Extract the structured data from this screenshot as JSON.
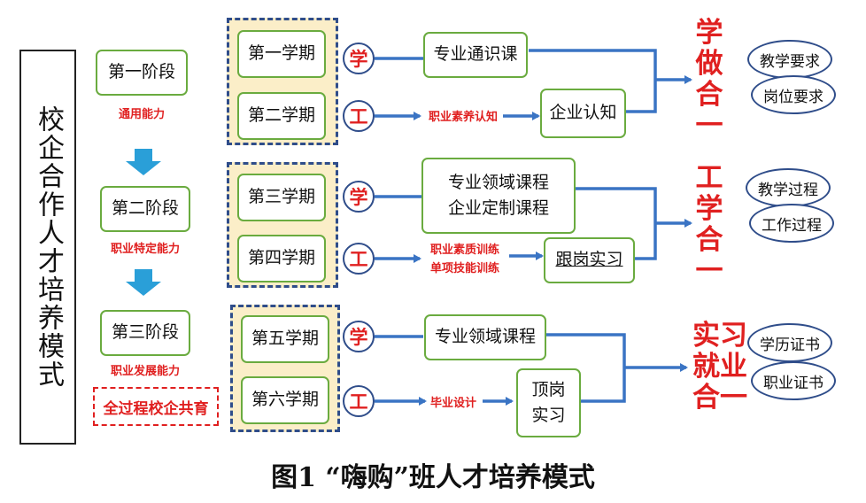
{
  "title_vertical": "校企合作人才培养模式",
  "stages": [
    {
      "label": "第一阶段",
      "ability": "通用能力"
    },
    {
      "label": "第二阶段",
      "ability": "职业特定能力"
    },
    {
      "label": "第三阶段",
      "ability": "职业发展能力"
    }
  ],
  "whole_process_label": "全过程校企共育",
  "semesters": [
    "第一学期",
    "第二学期",
    "第三学期",
    "第四学期",
    "第五学期",
    "第六学期"
  ],
  "circle_labels": {
    "study": "学",
    "work": "工"
  },
  "courses": {
    "row1": "专业通识课",
    "row2": "企业认知",
    "row3_line1": "专业领域课程",
    "row3_line2": "企业定制课程",
    "row4": "跟岗实习",
    "row5": "专业领域课程",
    "row6_line1": "顶岗",
    "row6_line2": "实习"
  },
  "arrow_labels": {
    "row2": "职业素养认知",
    "row4_line1": "职业素质训练",
    "row4_line2": "单项技能训练",
    "row6": "毕业设计"
  },
  "outcomes": [
    {
      "chars": [
        "学",
        "做",
        "合",
        "一"
      ],
      "ellipses": [
        "教学要求",
        "岗位要求"
      ]
    },
    {
      "chars": [
        "工",
        "学",
        "合",
        "一"
      ],
      "ellipses": [
        "教学过程",
        "工作过程"
      ]
    },
    {
      "chars": [
        "实习",
        "就业",
        "合一"
      ],
      "ellipses": [
        "学历证书",
        "职业证书"
      ]
    }
  ],
  "caption": "图1 “嗨购”班人才培养模式",
  "colors": {
    "green": "#6aab3f",
    "navy": "#2f4d8a",
    "blue": "#3a74c4",
    "red": "#e02020",
    "beige": "#fbeec8",
    "cyan": "#2a9fd8"
  }
}
